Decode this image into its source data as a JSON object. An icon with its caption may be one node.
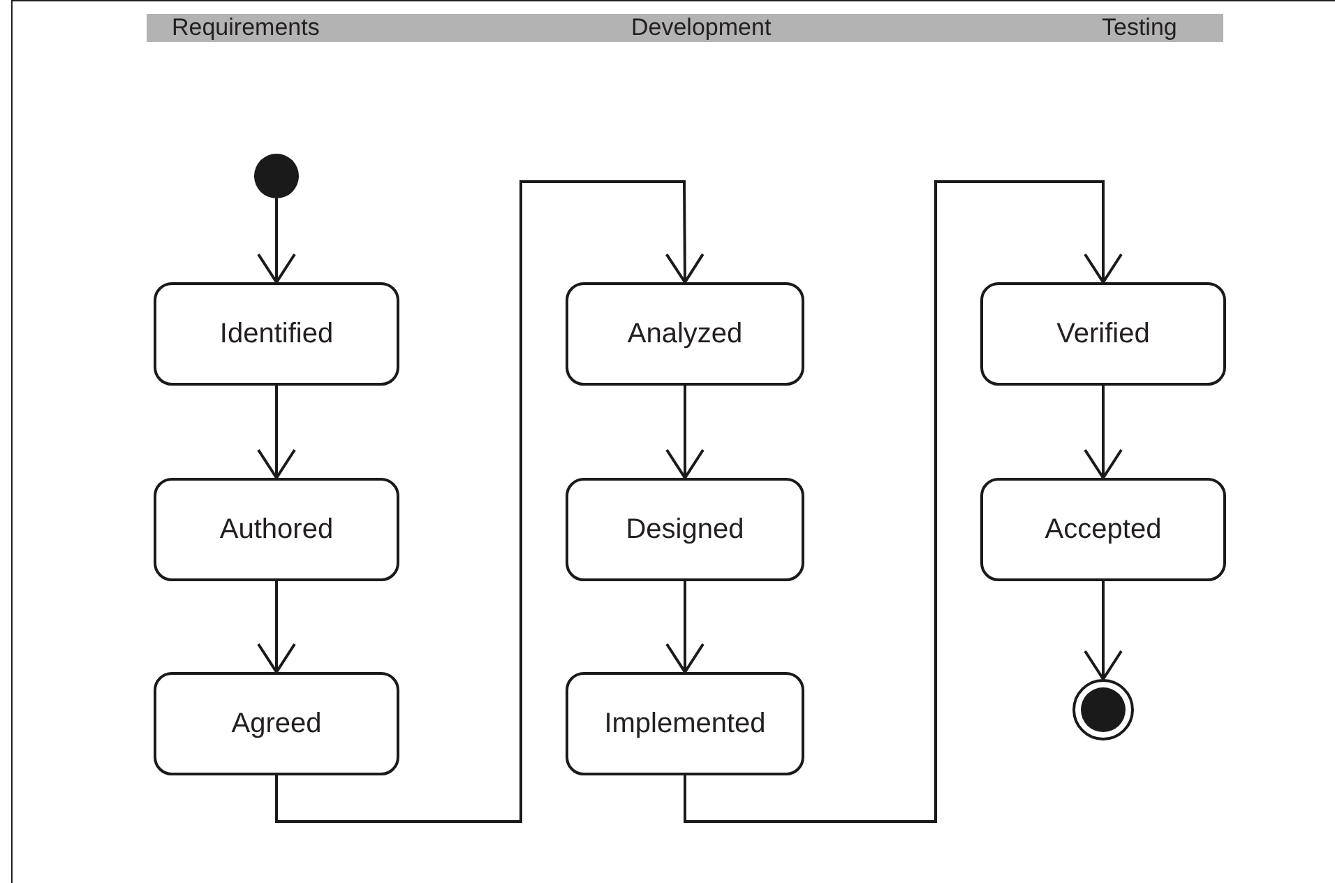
{
  "diagram": {
    "nodes": [
      {
        "text": [],
        "shape": "circle"
      },
      {
        "text": [
          "Identified"
        ]
      },
      {
        "text": [
          "Authored"
        ]
      },
      {
        "text": [
          "Agreed"
        ]
      },
      {
        "text": [
          "Analyzed"
        ]
      },
      {
        "text": [
          "Designed"
        ]
      },
      {
        "text": [
          "Implemented"
        ]
      },
      {
        "text": [
          "Verified"
        ]
      },
      {
        "text": [
          "Accepted"
        ]
      },
      {
        "text": [],
        "shape": "circle"
      }
    ],
    "edges": [
      {
        "from": 0,
        "to": 1,
        "arrow": "to"
      },
      {
        "from": 1,
        "to": 2,
        "arrow": "to"
      },
      {
        "from": 2,
        "to": 3,
        "arrow": "to"
      },
      {
        "from": 3,
        "to": 4,
        "arrow": "to"
      },
      {
        "from": 4,
        "to": 5,
        "arrow": "to"
      },
      {
        "from": 5,
        "to": 6,
        "arrow": "to"
      },
      {
        "from": 6,
        "to": 7,
        "arrow": "to"
      },
      {
        "from": 7,
        "to": 8,
        "arrow": "to"
      },
      {
        "from": 8,
        "to": 9,
        "arrow": "to"
      }
    ],
    "labels": [
      "Requirements",
      "Development",
      "Testing"
    ]
  }
}
